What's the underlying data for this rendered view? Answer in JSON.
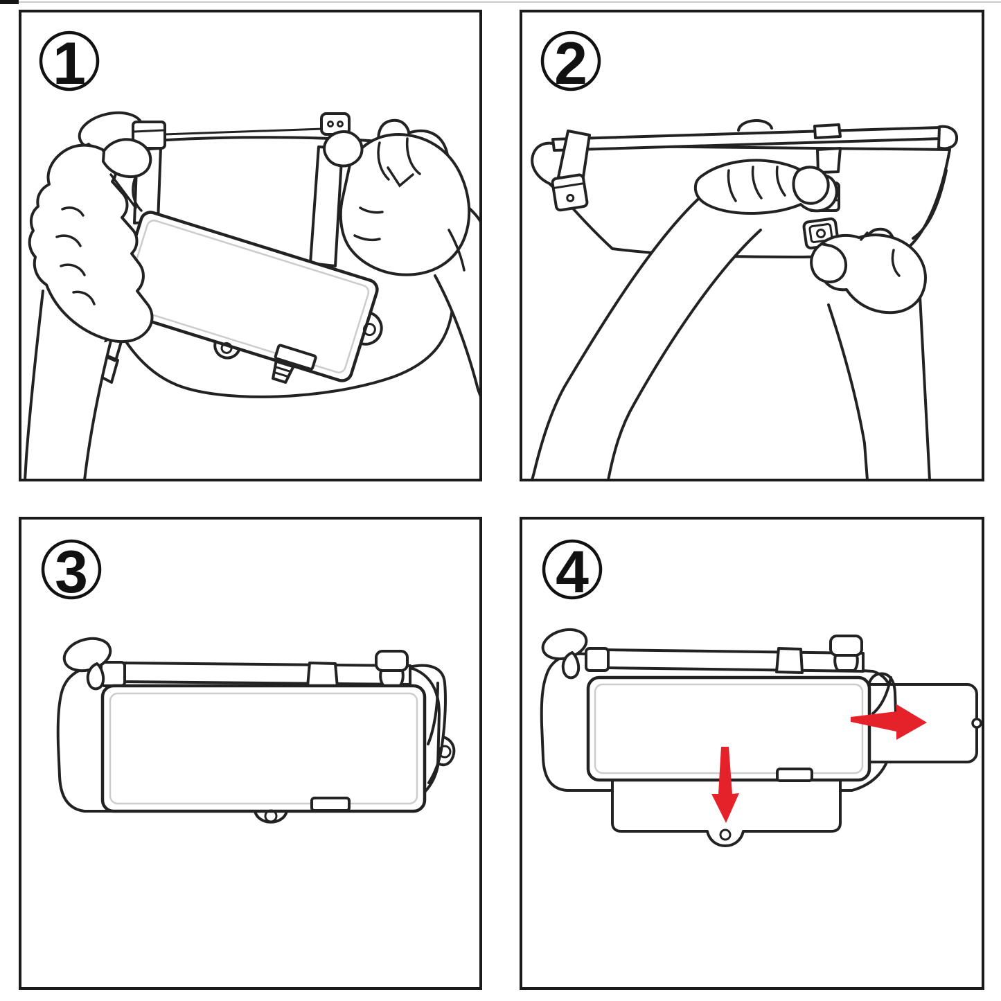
{
  "colors": {
    "background": "#ffffff",
    "line": "#222222",
    "panel_border": "#1a1a1a",
    "inner_outline": "#cccccc",
    "accent_red": "#e52129",
    "number": "#111111"
  },
  "steps": [
    {
      "number": "1"
    },
    {
      "number": "2"
    },
    {
      "number": "3"
    },
    {
      "number": "4"
    }
  ]
}
